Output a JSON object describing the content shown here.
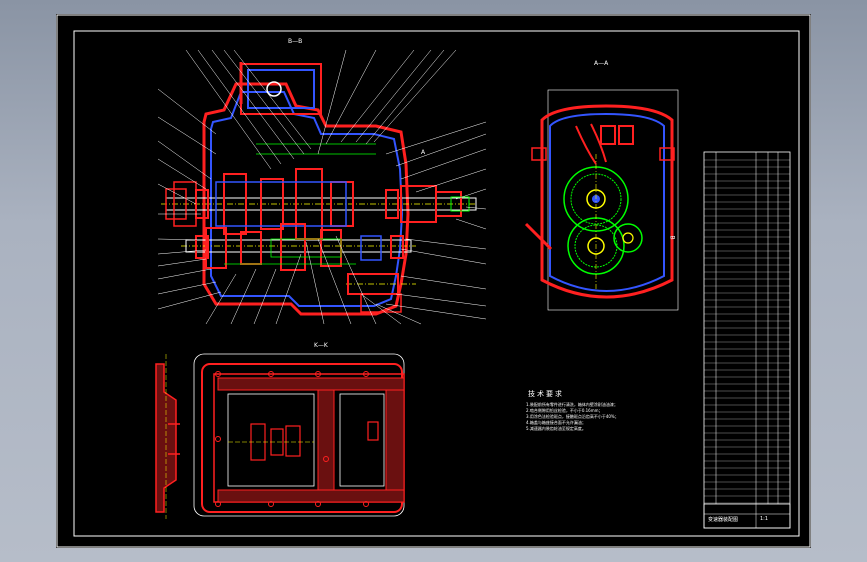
{
  "views": {
    "section_bb_title": "B—B",
    "view_kk_title": "K—K",
    "section_aa_title": "A—A",
    "view_top_label": "A",
    "view_right_label": "B"
  },
  "technical_requirements": {
    "title": "技术要求",
    "items": [
      "1.装配前所有零件进行清洗，箱体内壁涂耐油油漆；",
      "2.啮合侧隙用铅丝检验，不小于0.16mm；",
      "3.用涂色法检验斑点，接触斑点沿齿高不小于40%；",
      "4.箱盖与箱座接合面不允许漏油；",
      "5.减速器内装齿轮油至规定高度。"
    ]
  },
  "title_block": {
    "name": "变速器装配图",
    "scale": "1:1"
  },
  "colors": {
    "frame": "#ffffff",
    "section": "#ff0000",
    "outline": "#2244ff",
    "detail": "#00ff00",
    "hidden": "#ffff00",
    "background": "#000000"
  }
}
